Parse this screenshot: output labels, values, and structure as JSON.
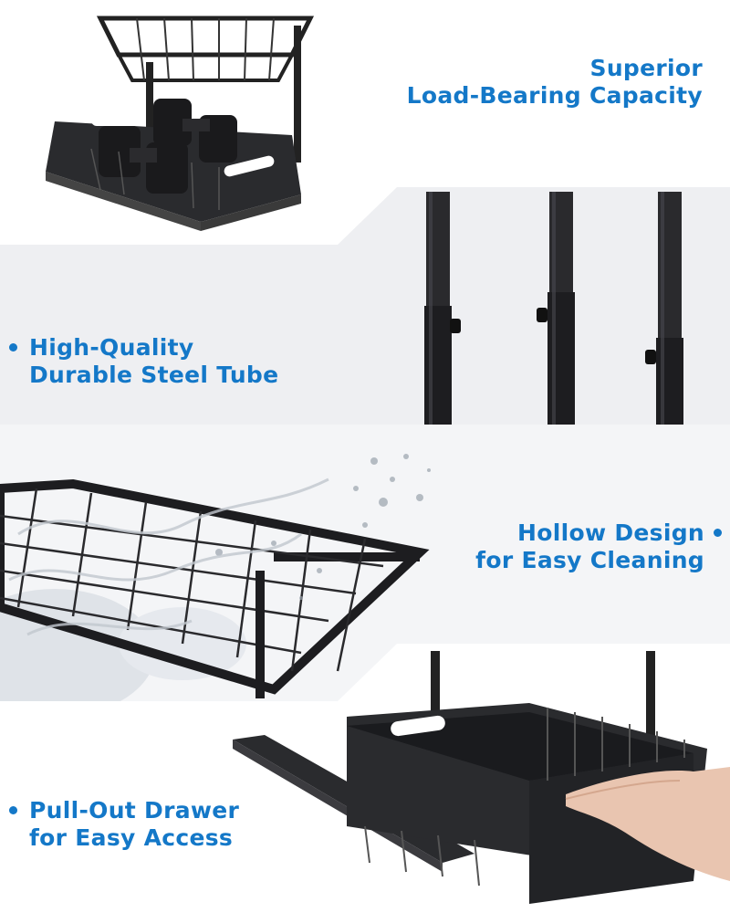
{
  "features": [
    {
      "lines": [
        "Superior",
        "Load-Bearing Capacity"
      ],
      "image_icon": "rack-with-dumbbells-icon"
    },
    {
      "lines": [
        "High-Quality",
        "Durable Steel Tube"
      ],
      "image_icon": "steel-tube-icon"
    },
    {
      "lines": [
        "Hollow Design",
        "for Easy Cleaning"
      ],
      "image_icon": "wire-basket-water-icon"
    },
    {
      "lines": [
        "Pull-Out Drawer",
        "for Easy Access"
      ],
      "image_icon": "pull-out-drawer-icon"
    }
  ],
  "colors": {
    "accent": "#1478c8",
    "product": "#1e1f22"
  }
}
